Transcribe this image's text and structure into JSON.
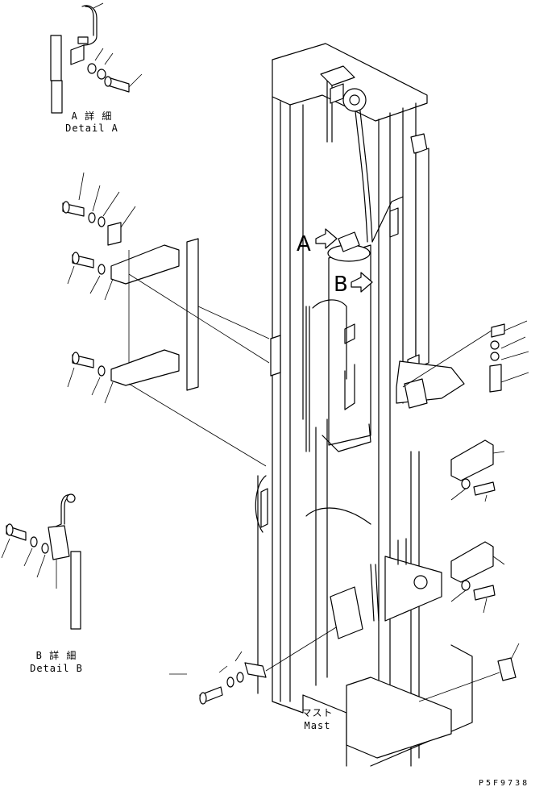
{
  "detail_a": {
    "jp": "A 詳 細",
    "en": "Detail A"
  },
  "detail_b": {
    "jp": "B 詳 細",
    "en": "Detail B"
  },
  "mast": {
    "jp": "マスト",
    "en": "Mast"
  },
  "callout_a": "A",
  "callout_b": "B",
  "drawing_code": "P5F9738"
}
